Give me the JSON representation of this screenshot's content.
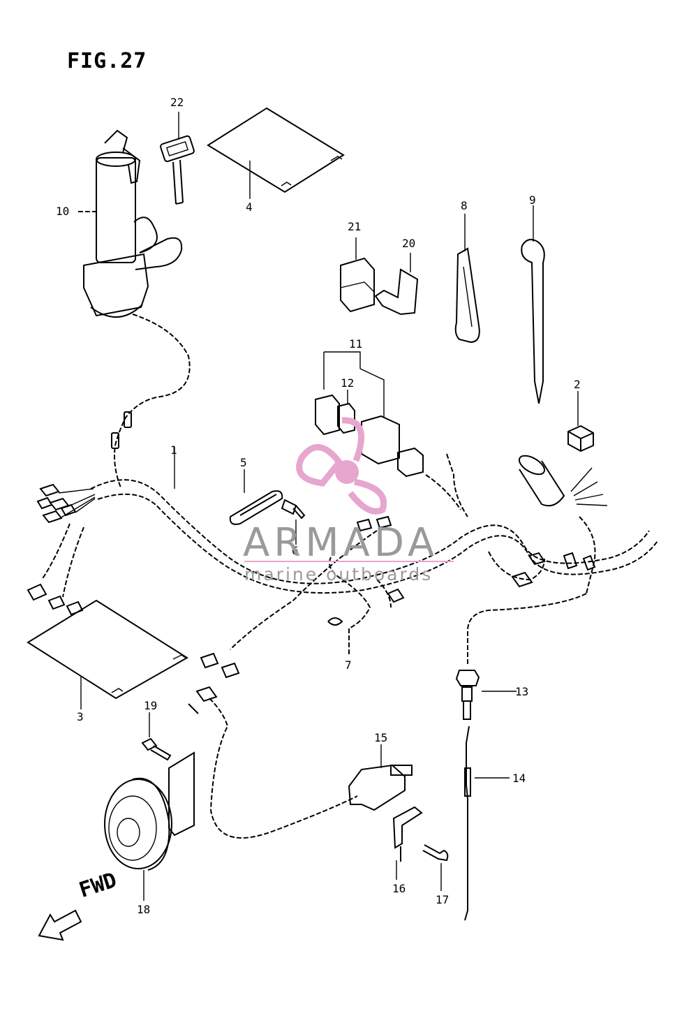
{
  "figure": {
    "title": "FIG.27",
    "direction_label": "FWD"
  },
  "watermark": {
    "brand": "ARMADA",
    "tagline": "marine outboards",
    "colors": {
      "logo": "#e6a6cd",
      "text": "#9a9a9a"
    },
    "logo_icon": "propeller-icon"
  },
  "callouts": [
    {
      "id": "1",
      "text": "1"
    },
    {
      "id": "2",
      "text": "2"
    },
    {
      "id": "3",
      "text": "3"
    },
    {
      "id": "4",
      "text": "4"
    },
    {
      "id": "5",
      "text": "5"
    },
    {
      "id": "6",
      "text": "6"
    },
    {
      "id": "7",
      "text": "7"
    },
    {
      "id": "8",
      "text": "8"
    },
    {
      "id": "9",
      "text": "9"
    },
    {
      "id": "10",
      "text": "10"
    },
    {
      "id": "11",
      "text": "11"
    },
    {
      "id": "12",
      "text": "12"
    },
    {
      "id": "13",
      "text": "13"
    },
    {
      "id": "14",
      "text": "14"
    },
    {
      "id": "15",
      "text": "15"
    },
    {
      "id": "16",
      "text": "16"
    },
    {
      "id": "17",
      "text": "17"
    },
    {
      "id": "18",
      "text": "18"
    },
    {
      "id": "19",
      "text": "19"
    },
    {
      "id": "20",
      "text": "20"
    },
    {
      "id": "21",
      "text": "21"
    },
    {
      "id": "22",
      "text": "22"
    }
  ]
}
